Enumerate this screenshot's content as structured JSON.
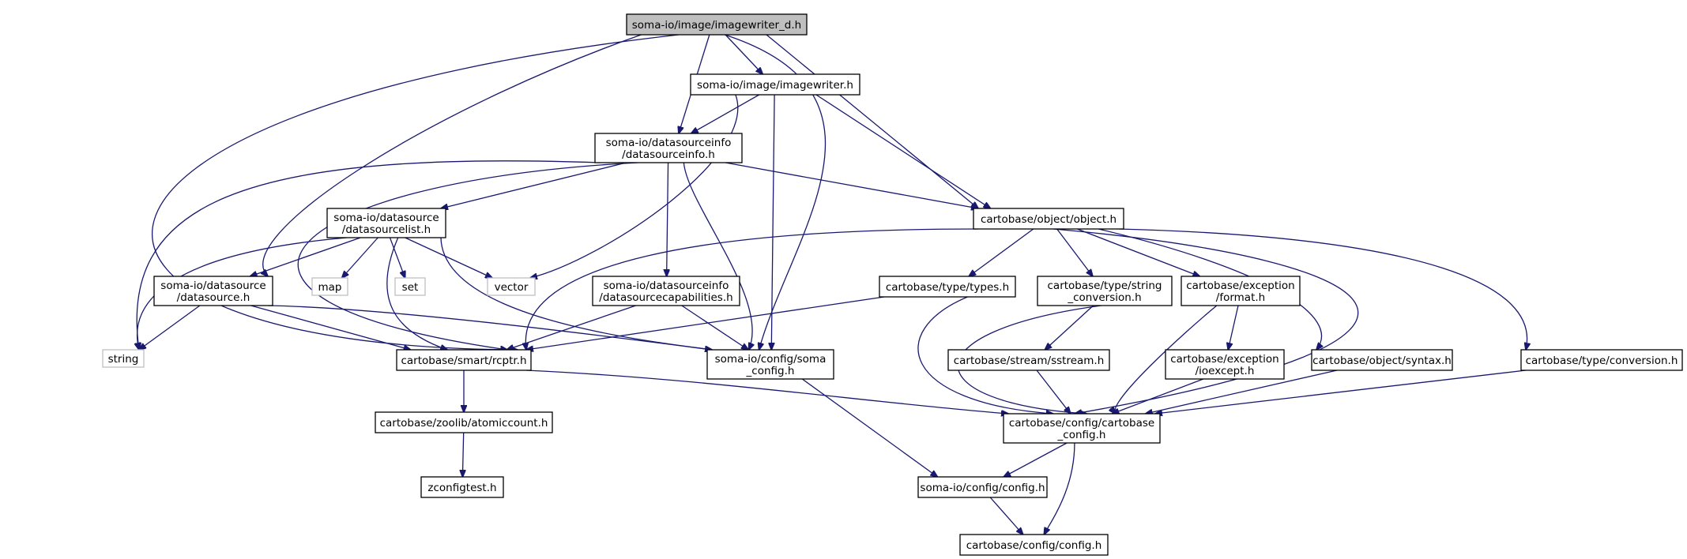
{
  "colors": {
    "edge": "#191970",
    "root_fill": "#bfbfbf",
    "external_border": "#bfbfbf",
    "node_border": "#000000"
  },
  "nodes": {
    "imagewriter_d": {
      "lines": [
        "soma-io/image/imagewriter_d.h"
      ],
      "kind": "root"
    },
    "imagewriter": {
      "lines": [
        "soma-io/image/imagewriter.h"
      ],
      "kind": "header"
    },
    "datasourceinfo": {
      "lines": [
        "soma-io/datasourceinfo",
        "/datasourceinfo.h"
      ],
      "kind": "header"
    },
    "object": {
      "lines": [
        "cartobase/object/object.h"
      ],
      "kind": "header"
    },
    "datasourcelist": {
      "lines": [
        "soma-io/datasource",
        "/datasourcelist.h"
      ],
      "kind": "header"
    },
    "datasource": {
      "lines": [
        "soma-io/datasource",
        "/datasource.h"
      ],
      "kind": "header"
    },
    "map": {
      "lines": [
        "map"
      ],
      "kind": "external"
    },
    "set": {
      "lines": [
        "set"
      ],
      "kind": "external"
    },
    "vector": {
      "lines": [
        "vector"
      ],
      "kind": "external"
    },
    "datasourcecapabilities": {
      "lines": [
        "soma-io/datasourceinfo",
        "/datasourcecapabilities.h"
      ],
      "kind": "header"
    },
    "types": {
      "lines": [
        "cartobase/type/types.h"
      ],
      "kind": "header"
    },
    "string_conversion": {
      "lines": [
        "cartobase/type/string",
        "_conversion.h"
      ],
      "kind": "header"
    },
    "format": {
      "lines": [
        "cartobase/exception",
        "/format.h"
      ],
      "kind": "header"
    },
    "string": {
      "lines": [
        "string"
      ],
      "kind": "external"
    },
    "rcptr": {
      "lines": [
        "cartobase/smart/rcptr.h"
      ],
      "kind": "header"
    },
    "soma_config": {
      "lines": [
        "soma-io/config/soma",
        "_config.h"
      ],
      "kind": "header"
    },
    "sstream": {
      "lines": [
        "cartobase/stream/sstream.h"
      ],
      "kind": "header"
    },
    "ioexcept": {
      "lines": [
        "cartobase/exception",
        "/ioexcept.h"
      ],
      "kind": "header"
    },
    "syntax": {
      "lines": [
        "cartobase/object/syntax.h"
      ],
      "kind": "header"
    },
    "conversion": {
      "lines": [
        "cartobase/type/conversion.h"
      ],
      "kind": "header"
    },
    "cartobase_config": {
      "lines": [
        "cartobase/config/cartobase",
        "_config.h"
      ],
      "kind": "header"
    },
    "atomiccount": {
      "lines": [
        "cartobase/zoolib/atomiccount.h"
      ],
      "kind": "header"
    },
    "zconfigtest": {
      "lines": [
        "zconfigtest.h"
      ],
      "kind": "header"
    },
    "somaio_config": {
      "lines": [
        "soma-io/config/config.h"
      ],
      "kind": "header"
    },
    "cartobase_config_config": {
      "lines": [
        "cartobase/config/config.h"
      ],
      "kind": "header"
    }
  },
  "edges": [
    [
      "imagewriter_d",
      "imagewriter"
    ],
    [
      "imagewriter_d",
      "datasourceinfo"
    ],
    [
      "imagewriter_d",
      "object"
    ],
    [
      "imagewriter_d",
      "datasource"
    ],
    [
      "imagewriter_d",
      "rcptr"
    ],
    [
      "imagewriter_d",
      "soma_config"
    ],
    [
      "imagewriter",
      "datasourceinfo"
    ],
    [
      "imagewriter",
      "object"
    ],
    [
      "imagewriter",
      "vector"
    ],
    [
      "imagewriter",
      "soma_config"
    ],
    [
      "datasourceinfo",
      "object"
    ],
    [
      "datasourceinfo",
      "datasourcelist"
    ],
    [
      "datasourceinfo",
      "datasourcecapabilities"
    ],
    [
      "datasourceinfo",
      "string"
    ],
    [
      "datasourceinfo",
      "rcptr"
    ],
    [
      "datasourceinfo",
      "soma_config"
    ],
    [
      "datasourcelist",
      "datasource"
    ],
    [
      "datasourcelist",
      "map"
    ],
    [
      "datasourcelist",
      "set"
    ],
    [
      "datasourcelist",
      "vector"
    ],
    [
      "datasourcelist",
      "string"
    ],
    [
      "datasourcelist",
      "rcptr"
    ],
    [
      "datasourcelist",
      "soma_config"
    ],
    [
      "datasource",
      "string"
    ],
    [
      "datasource",
      "rcptr"
    ],
    [
      "datasource",
      "soma_config"
    ],
    [
      "object",
      "rcptr"
    ],
    [
      "object",
      "types"
    ],
    [
      "object",
      "string_conversion"
    ],
    [
      "object",
      "format"
    ],
    [
      "object",
      "syntax"
    ],
    [
      "object",
      "conversion"
    ],
    [
      "object",
      "cartobase_config"
    ],
    [
      "datasourcecapabilities",
      "rcptr"
    ],
    [
      "datasourcecapabilities",
      "soma_config"
    ],
    [
      "types",
      "rcptr"
    ],
    [
      "types",
      "cartobase_config"
    ],
    [
      "string_conversion",
      "sstream"
    ],
    [
      "string_conversion",
      "cartobase_config"
    ],
    [
      "format",
      "ioexcept"
    ],
    [
      "format",
      "cartobase_config"
    ],
    [
      "rcptr",
      "atomiccount"
    ],
    [
      "rcptr",
      "cartobase_config"
    ],
    [
      "soma_config",
      "somaio_config"
    ],
    [
      "sstream",
      "cartobase_config"
    ],
    [
      "ioexcept",
      "cartobase_config"
    ],
    [
      "syntax",
      "cartobase_config"
    ],
    [
      "conversion",
      "cartobase_config"
    ],
    [
      "cartobase_config",
      "somaio_config"
    ],
    [
      "cartobase_config",
      "cartobase_config_config"
    ],
    [
      "atomiccount",
      "zconfigtest"
    ],
    [
      "somaio_config",
      "cartobase_config_config"
    ]
  ]
}
